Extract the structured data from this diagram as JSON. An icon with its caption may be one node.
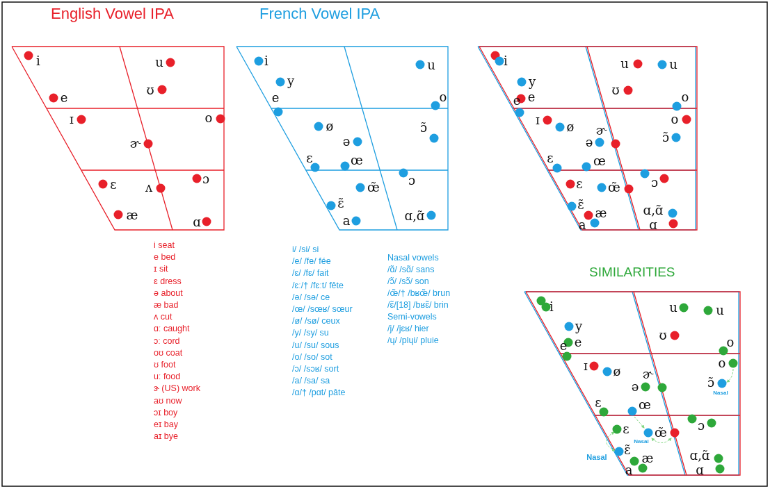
{
  "diagram": {
    "nodes": [
      {
        "text": [
          "i",
          "u",
          "ʊ",
          "e",
          "ɪ",
          "o",
          "ɚ",
          "ɛ",
          "ʌ",
          "ɔ",
          "æ",
          "ɑ"
        ]
      },
      {
        "text": [
          "i",
          "u",
          "y",
          "e",
          "o",
          "ø",
          "ɔ̃",
          "ə",
          "ɛ",
          "œ",
          "ɔ",
          "œ̃",
          "ɛ̃",
          "a",
          "ɑ,ɑ̃"
        ]
      },
      {
        "text": [
          "i",
          "u",
          "u",
          "y",
          "ʊ",
          "e",
          "e",
          "o",
          "ɪ",
          "ø",
          "o",
          "ɚ",
          "ə",
          "ɔ̃",
          "ɛ",
          "œ",
          "ɛ",
          "œ̃",
          "ɔ",
          "ɛ̃",
          "æ",
          "a",
          "ɑ,ɑ̃",
          "ɑ"
        ]
      },
      {
        "text": [
          "i",
          "u",
          "u",
          "y",
          "ʊ",
          "e",
          "e",
          "o",
          "ɪ",
          "ø",
          "o",
          "ɚ",
          "ə",
          "ɔ̃",
          "Nasal",
          "ɛ",
          "œ",
          "ɛ",
          "œ̃",
          "ɔ",
          "Nasal",
          "ɛ̃",
          "Nasal",
          "æ",
          "a",
          "ɑ,ɑ̃",
          "ɑ"
        ]
      }
    ],
    "labels": [
      "English Vowel IPA",
      "French Vowel IPA",
      "i seat",
      "e bed",
      "ɪ sit",
      "ɛ dress",
      "ə about",
      "æ bad",
      "ʌ cut",
      "ɑː caught",
      "ɔː cord",
      "oʊ coat",
      "ʊ foot",
      "uː food",
      "ɝ (US) work",
      "aʊ now",
      "ɔɪ boy",
      "eɪ bay",
      "aɪ bye",
      "i/ /si/ si",
      "/e/ /fe/ fée",
      "/ɛ/ /fɛ/ fait",
      "/ɛː/† /fɛːt/ fête",
      "/ə/ /sə/ ce",
      "/œ/ /sœʁ/ sœur",
      "/ø/ /sø/ ceux",
      "/y/ /sy/ su",
      "/u/ /su/ sous",
      "/o/ /so/ sot",
      "/ɔ/ /sɔʁ/ sort",
      "/a/ /sa/ sa",
      "/ɑ/† /pɑt/ pâte",
      "Nasal vowels",
      "/ɑ̃/ /sɑ̃/ sans",
      "/ɔ̃/ /sɔ̃/ son",
      "/œ̃/† /bʁœ̃/ brun",
      "/ɛ̃/[18] /bʁɛ̃/ brin",
      "Semi-vowels",
      "/j/ /jɛʁ/ hier",
      "/ɥ/ /plɥi/ pluie",
      "SIMILARITIES"
    ]
  }
}
